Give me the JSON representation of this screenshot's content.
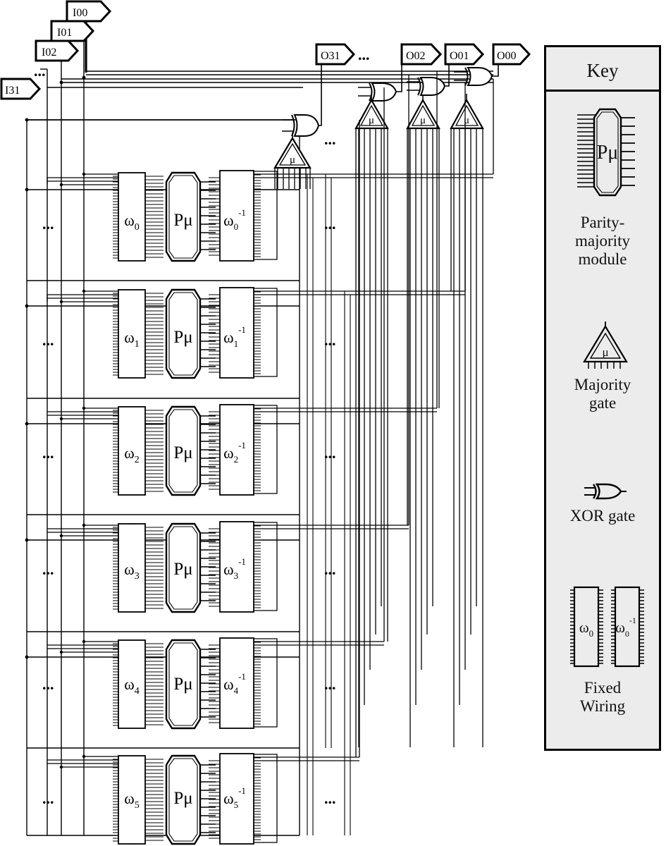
{
  "figure": {
    "type": "logic-circuit-diagram",
    "title_visible": false,
    "background": "#ffffff",
    "line_color": "#000000"
  },
  "inputs": {
    "ellipsis": "...",
    "labels": [
      "I00",
      "I01",
      "I02",
      "I31"
    ]
  },
  "outputs": {
    "ellipsis": "...",
    "labels": [
      "O31",
      "O02",
      "O01",
      "O00"
    ]
  },
  "rows": [
    {
      "index": 0,
      "omega": "ω",
      "sub": "0",
      "module": "Pμ",
      "inv_sup": "-1",
      "left_ellipsis": "...",
      "right_ellipsis": "..."
    },
    {
      "index": 1,
      "omega": "ω",
      "sub": "1",
      "module": "Pμ",
      "inv_sup": "-1",
      "left_ellipsis": "...",
      "right_ellipsis": "..."
    },
    {
      "index": 2,
      "omega": "ω",
      "sub": "2",
      "module": "Pμ",
      "inv_sup": "-1",
      "left_ellipsis": "...",
      "right_ellipsis": "..."
    },
    {
      "index": 3,
      "omega": "ω",
      "sub": "3",
      "module": "Pμ",
      "inv_sup": "-1",
      "left_ellipsis": "...",
      "right_ellipsis": "..."
    },
    {
      "index": 4,
      "omega": "ω",
      "sub": "4",
      "module": "Pμ",
      "inv_sup": "-1",
      "left_ellipsis": "...",
      "right_ellipsis": "..."
    },
    {
      "index": 5,
      "omega": "ω",
      "sub": "5",
      "module": "Pμ",
      "inv_sup": "-1",
      "left_ellipsis": "...",
      "right_ellipsis": "..."
    }
  ],
  "gates": {
    "majority_symbol": "μ",
    "majority_count": 4,
    "xor_count": 4,
    "mid_ellipsis": "..."
  },
  "key": {
    "title": "Key",
    "items": [
      {
        "id": "parity-majority",
        "symbol": "Pμ",
        "label": "Parity-\nmajority\nmodule"
      },
      {
        "id": "majority-gate",
        "symbol": "μ",
        "label": "Majority\ngate"
      },
      {
        "id": "xor-gate",
        "symbol": "",
        "label": "XOR gate"
      },
      {
        "id": "fixed-wiring",
        "symbol_a": "ω",
        "sub_a": "0",
        "symbol_b": "ω",
        "sub_b": "0",
        "sup_b": "-1",
        "label": "Fixed\nWiring"
      }
    ]
  }
}
